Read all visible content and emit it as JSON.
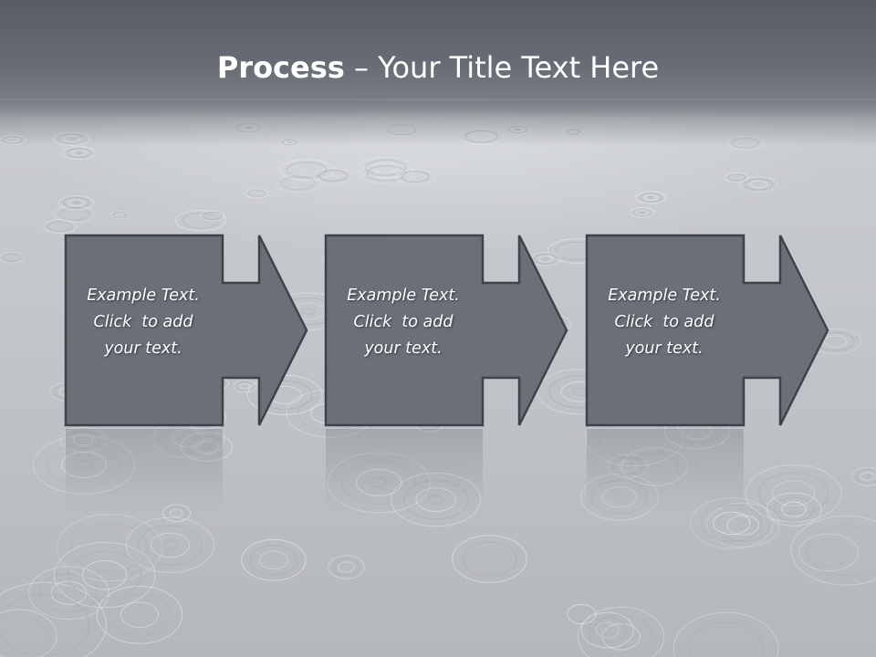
{
  "slide": {
    "title_bold": "Process",
    "title_rest": " – Your Title Text Here"
  },
  "colors": {
    "title_band": "#5e636c",
    "step_fill": "#6a6f78",
    "step_stroke": "#3f4349",
    "text": "#ffffff"
  },
  "steps": [
    {
      "line1": "Example Text.",
      "line2": "Click  to add",
      "line3": "your text."
    },
    {
      "line1": "Example Text.",
      "line2": "Click  to add",
      "line3": "your text."
    },
    {
      "line1": "Example Text.",
      "line2": "Click  to add",
      "line3": "your text."
    }
  ]
}
